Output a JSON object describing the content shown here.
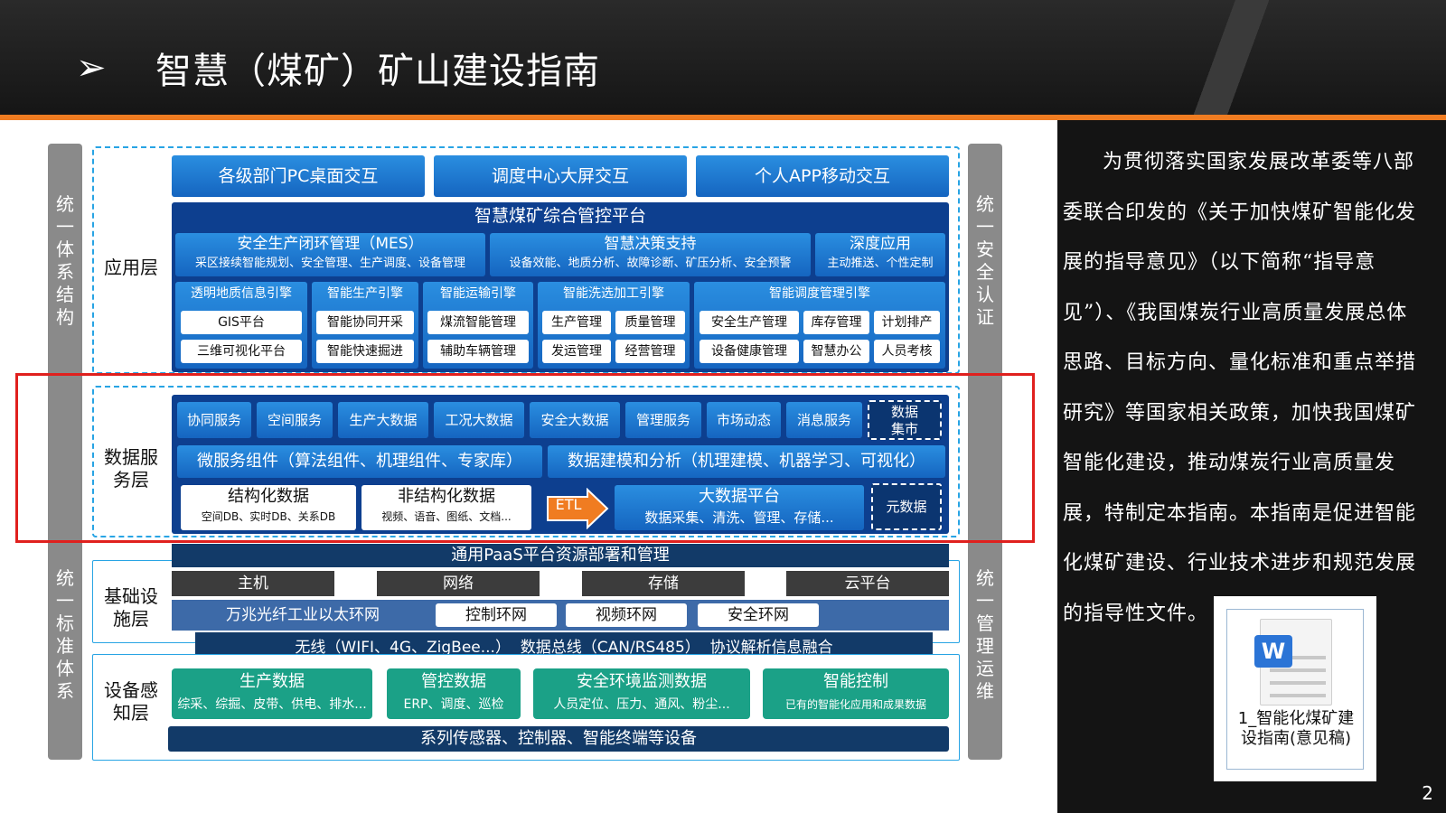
{
  "header": {
    "arrow": "➢",
    "title": "智慧（煤矿）矿山建设指南"
  },
  "page_number": "2",
  "side_left": {
    "top": "统一体系结构",
    "bottom": "统一标准体系"
  },
  "side_right": {
    "top": "统一安全认证",
    "bottom": "统一管理运维"
  },
  "layers": {
    "app": "应用层",
    "data": "数据服务层",
    "infra": "基础设施层",
    "device": "设备感知层"
  },
  "app": {
    "top_buttons": [
      "各级部门PC桌面交互",
      "调度中心大屏交互",
      "个人APP移动交互"
    ],
    "platform": "智慧煤矿综合管控平台",
    "modules": [
      {
        "title": "安全生产闭环管理（MES）",
        "sub": "采区接续智能规划、安全管理、生产调度、设备管理"
      },
      {
        "title": "智慧决策支持",
        "sub": "设备效能、地质分析、故障诊断、矿压分析、安全预警"
      },
      {
        "title": "深度应用",
        "sub": "主动推送、个性定制"
      }
    ],
    "engines": [
      {
        "title": "透明地质信息引擎",
        "items": [
          "GIS平台",
          "三维可视化平台"
        ]
      },
      {
        "title": "智能生产引擎",
        "items": [
          "智能协同开采",
          "智能快速掘进"
        ]
      },
      {
        "title": "智能运输引擎",
        "items": [
          "煤流智能管理",
          "辅助车辆管理"
        ]
      },
      {
        "title": "智能洗选加工引擎",
        "items": [
          "生产管理",
          "质量管理",
          "发运管理",
          "经营管理"
        ]
      },
      {
        "title": "智能调度管理引擎",
        "items": [
          "安全生产管理",
          "库存管理",
          "计划排产",
          "设备健康管理",
          "智慧办公",
          "人员考核"
        ]
      }
    ]
  },
  "data": {
    "services": [
      "协同服务",
      "空间服务",
      "生产大数据",
      "工况大数据",
      "安全大数据",
      "管理服务",
      "市场动态",
      "消息服务"
    ],
    "data_market": "数据集市",
    "micro": "微服务组件（算法组件、机理组件、专家库）",
    "modeling": "数据建模和分析（机理建模、机器学习、可视化）",
    "structured": {
      "title": "结构化数据",
      "sub": "空间DB、实时DB、关系DB"
    },
    "unstructured": {
      "title": "非结构化数据",
      "sub": "视频、语音、图纸、文档..."
    },
    "etl": "ETL",
    "bigdata": {
      "title": "大数据平台",
      "sub": "数据采集、清洗、管理、存储..."
    },
    "meta": "元数据"
  },
  "infra": {
    "paas": "通用PaaS平台资源部署和管理",
    "resources": [
      "主机",
      "网络",
      "存储",
      "云平台"
    ],
    "ring": "万兆光纤工业以太环网",
    "nets": [
      "控制环网",
      "视频环网",
      "安全环网"
    ],
    "wireless": "无线（WIFI、4G、ZigBee...）  数据总线（CAN/RS485）  协议解析信息融合"
  },
  "device": {
    "cards": [
      {
        "title": "生产数据",
        "sub": "综采、综掘、皮带、供电、排水..."
      },
      {
        "title": "管控数据",
        "sub": "ERP、调度、巡检"
      },
      {
        "title": "安全环境监测数据",
        "sub": "人员定位、压力、通风、粉尘..."
      },
      {
        "title": "智能控制",
        "sub": "已有的智能化应用和成果数据"
      }
    ],
    "bottom": "系列传感器、控制器、智能终端等设备"
  },
  "text": {
    "paragraph": "为贯彻落实国家发展改革委等八部委联合印发的《关于加快煤矿智能化发展的指导意见》（以下简称“指导意见”）、《我国煤炭行业高质量发展总体思路、目标方向、量化标准和重点举措研究》等国家相关政策，加快我国煤矿智能化建设，推动煤炭行业高质量发展，特制定本指南。本指南是促进智能化煤矿建设、行业技术进步和规范发展的指导性文件。"
  },
  "doc": {
    "badge": "W",
    "name": "1_智能化煤矿建设指南(意见稿)"
  }
}
